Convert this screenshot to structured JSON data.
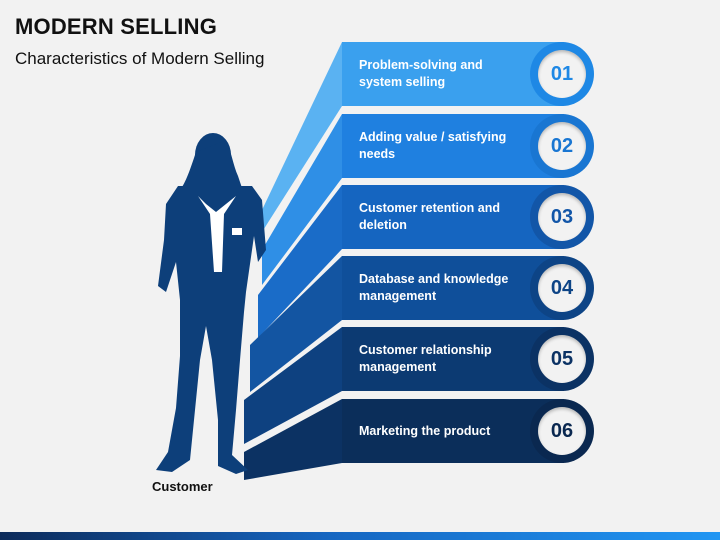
{
  "header": {
    "title": "MODERN SELLING",
    "subtitle": "Characteristics of Modern Selling"
  },
  "figure": {
    "caption": "Customer",
    "icon": "person-silhouette-icon"
  },
  "items": [
    {
      "label": "Problem-solving and system selling",
      "number": "01",
      "color": "#3aa0ee",
      "ring": "#1e88e5"
    },
    {
      "label": "Adding value / satisfying needs",
      "number": "02",
      "color": "#1f80e0",
      "ring": "#1976d2"
    },
    {
      "label": "Customer retention and deletion",
      "number": "03",
      "color": "#1565c0",
      "ring": "#1256a8"
    },
    {
      "label": "Database and knowledge management",
      "number": "04",
      "color": "#0f4f9a",
      "ring": "#0d4486"
    },
    {
      "label": "Customer relationship management",
      "number": "05",
      "color": "#0c3a72",
      "ring": "#0b3264"
    },
    {
      "label": "Marketing the product",
      "number": "06",
      "color": "#0b2e5a",
      "ring": "#0a2850"
    }
  ]
}
